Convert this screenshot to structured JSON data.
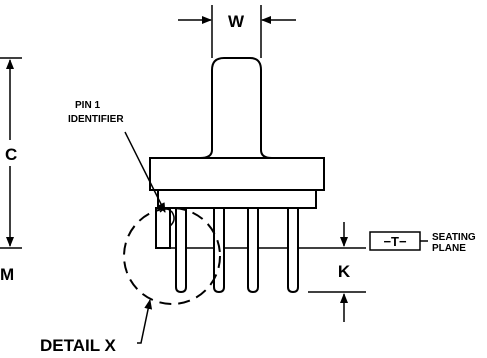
{
  "labels": {
    "width_dim": "W",
    "height_dim": "C",
    "pin_spacing_dim": "K",
    "partial_left": "M",
    "pin1_line1": "PIN 1",
    "pin1_line2": "IDENTIFIER",
    "datum": "−T−",
    "seating_line1": "SEATING",
    "seating_line2": "PLANE",
    "detail": "DETAIL X"
  }
}
